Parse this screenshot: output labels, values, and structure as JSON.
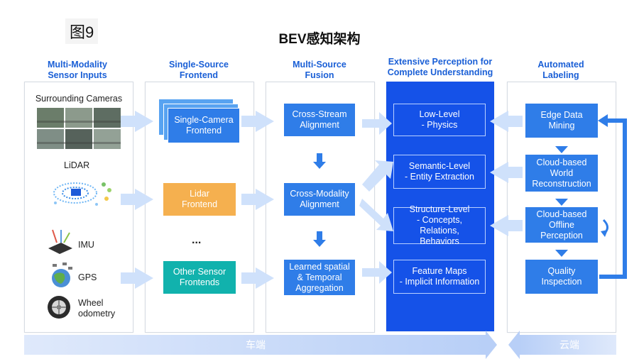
{
  "figure_label": "图9",
  "title": "BEV感知架构",
  "columns": {
    "sensor_inputs": "Multi-Modality\nSensor Inputs",
    "single_source": "Single-Source\nFrontend",
    "multi_source": "Multi-Source\nFusion",
    "perception": "Extensive Perception for\nComplete Understanding",
    "auto_label": "Automated\nLabeling"
  },
  "sensors": {
    "cameras": "Surrounding Cameras",
    "lidar": "LiDAR",
    "imu": "IMU",
    "gps": "GPS",
    "wheel": "Wheel\nodometry"
  },
  "frontend": {
    "camera": "Single-Camera\nFrontend",
    "lidar": "Lidar\nFrontend",
    "ellipsis": "...",
    "other": "Other Sensor\nFrontends"
  },
  "fusion": {
    "cross_stream": "Cross-Stream\nAlignment",
    "cross_modality": "Cross-Modality\nAlignment",
    "spatial_temporal": "Learned spatial\n& Temporal\nAggregation"
  },
  "perception": {
    "low": "Low-Level\n- Physics",
    "semantic": "Semantic-Level\n- Entity Extraction",
    "structure": "Structure-Level\n- Concepts, Relations,\nBehaviors",
    "feature": "Feature Maps\n- Implicit Information"
  },
  "labeling": {
    "edge": "Edge Data\nMining",
    "cloud_world": "Cloud-based\nWorld\nReconstruction",
    "cloud_offline": "Cloud-based\nOffline\nPerception",
    "quality": "Quality\nInspection"
  },
  "bottom": {
    "vehicle": "车端",
    "cloud": "云端"
  },
  "colors": {
    "accent_blue": "#1552e8",
    "box_blue": "#2f7de8",
    "orange": "#f5b04f",
    "teal": "#11b2ad",
    "arrow_light": "#cfe1fb"
  }
}
